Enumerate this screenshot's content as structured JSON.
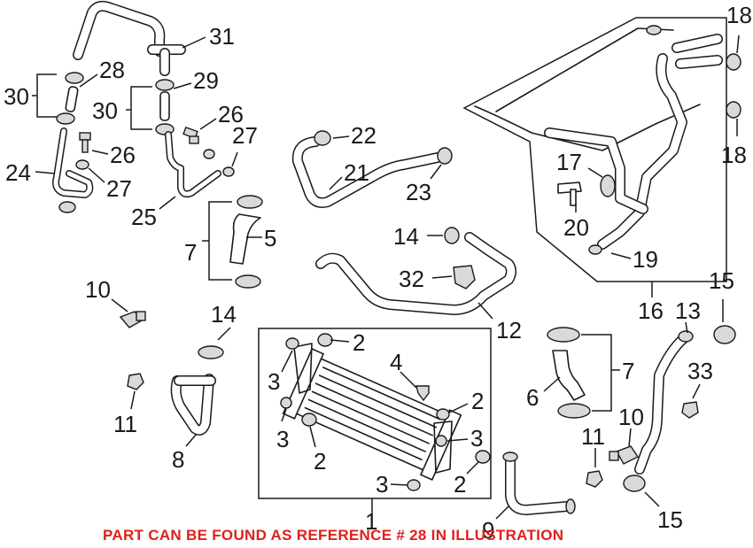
{
  "diagram": {
    "note": "PART CAN BE FOUND AS REFERENCE # 28 IN ILLUSTRATION",
    "note_color": "#e0201a",
    "line_color": "#1a1a1a",
    "callouts": {
      "c1": "1",
      "c2a": "2",
      "c2b": "2",
      "c2c": "2",
      "c2d": "2",
      "c3a": "3",
      "c3b": "3",
      "c3c": "3",
      "c3d": "3",
      "c4": "4",
      "c5": "5",
      "c6": "6",
      "c7a": "7",
      "c7b": "7",
      "c8": "8",
      "c9": "9",
      "c10a": "10",
      "c10b": "10",
      "c11a": "11",
      "c11b": "11",
      "c12": "12",
      "c13": "13",
      "c14a": "14",
      "c14b": "14",
      "c15a": "15",
      "c15b": "15",
      "c16": "16",
      "c17": "17",
      "c18a": "18",
      "c18b": "18",
      "c19": "19",
      "c20": "20",
      "c21": "21",
      "c22": "22",
      "c23": "23",
      "c24": "24",
      "c25": "25",
      "c26a": "26",
      "c26b": "26",
      "c27a": "27",
      "c27b": "27",
      "c28": "28",
      "c29": "29",
      "c30a": "30",
      "c30b": "30",
      "c31": "31",
      "c32": "32",
      "c33": "33"
    }
  }
}
